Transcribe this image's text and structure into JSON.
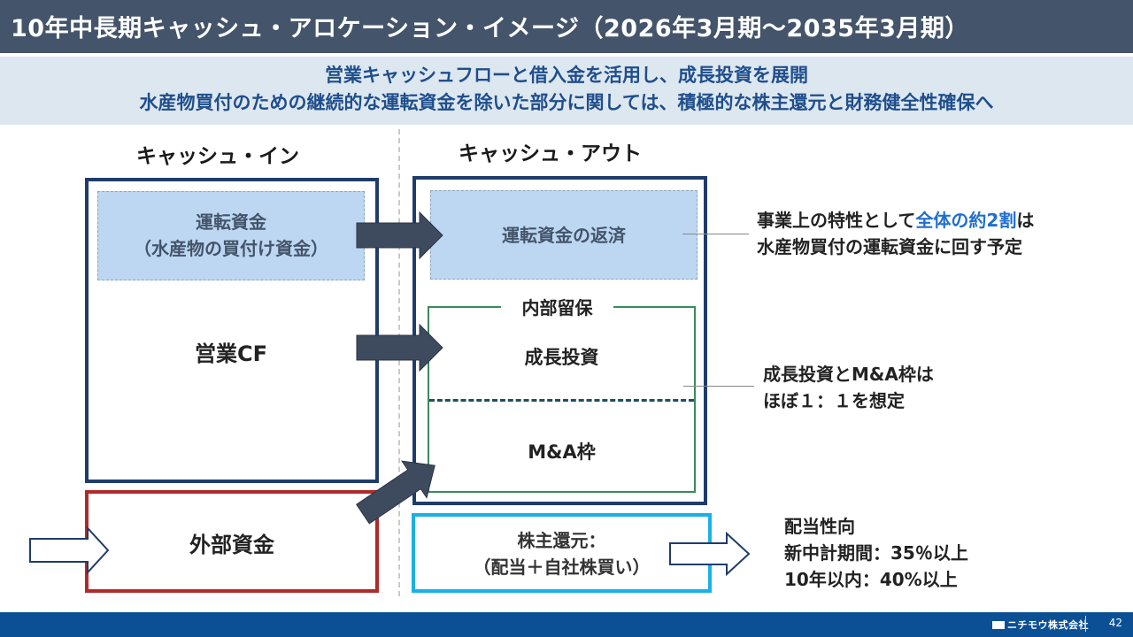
{
  "header": {
    "title": "10年中長期キャッシュ・アロケーション・イメージ（2026年3月期～2035年3月期）"
  },
  "subtitle": {
    "line1": "営業キャッシュフローと借入金を活用し、成長投資を展開",
    "line2": "水産物買付のための継続的な運転資金を除いた部分に関しては、積極的な株主還元と財務健全性確保へ"
  },
  "cash_in": {
    "heading": "キャッシュ・イン",
    "working_capital_line1": "運転資金",
    "working_capital_line2": "（水産物の買付け資金）",
    "operating_cf": "営業CF",
    "external_funds": "外部資金"
  },
  "cash_out": {
    "heading": "キャッシュ・アウト",
    "working_capital_repay": "運転資金の返済",
    "retained_earnings": "内部留保",
    "growth_investment": "成長投資",
    "ma_budget": "M&A枠",
    "shareholder_return_line1": "株主還元：",
    "shareholder_return_line2": "（配当＋自社株買い）"
  },
  "notes": {
    "note1_line1_pre": "事業上の特性として",
    "note1_line1_highlight": "全体の約2割",
    "note1_line1_post": "は",
    "note1_line2": "水産物買付の運転資金に回す予定",
    "note2_line1": "成長投資とM&A枠は",
    "note2_line2": "ほぼ１：１を想定",
    "note3_line1": "配当性向",
    "note3_line2": "新中計期間：35％以上",
    "note3_line3": "10年以内：40%以上"
  },
  "footer": {
    "company": "ニチモウ株式会社",
    "page": "42"
  },
  "colors": {
    "title_bar": "#44546a",
    "subtitle_bg": "#dde7f0",
    "subtitle_text": "#1f4e8c",
    "navy_box": "#1f3c6b",
    "red_box": "#b02a2a",
    "cyan_box": "#1ab0e8",
    "green_box": "#3b8a5a",
    "light_blue_fill": "#bdd7f2",
    "highlight": "#1f6fd1",
    "footer": "#0b5095"
  }
}
